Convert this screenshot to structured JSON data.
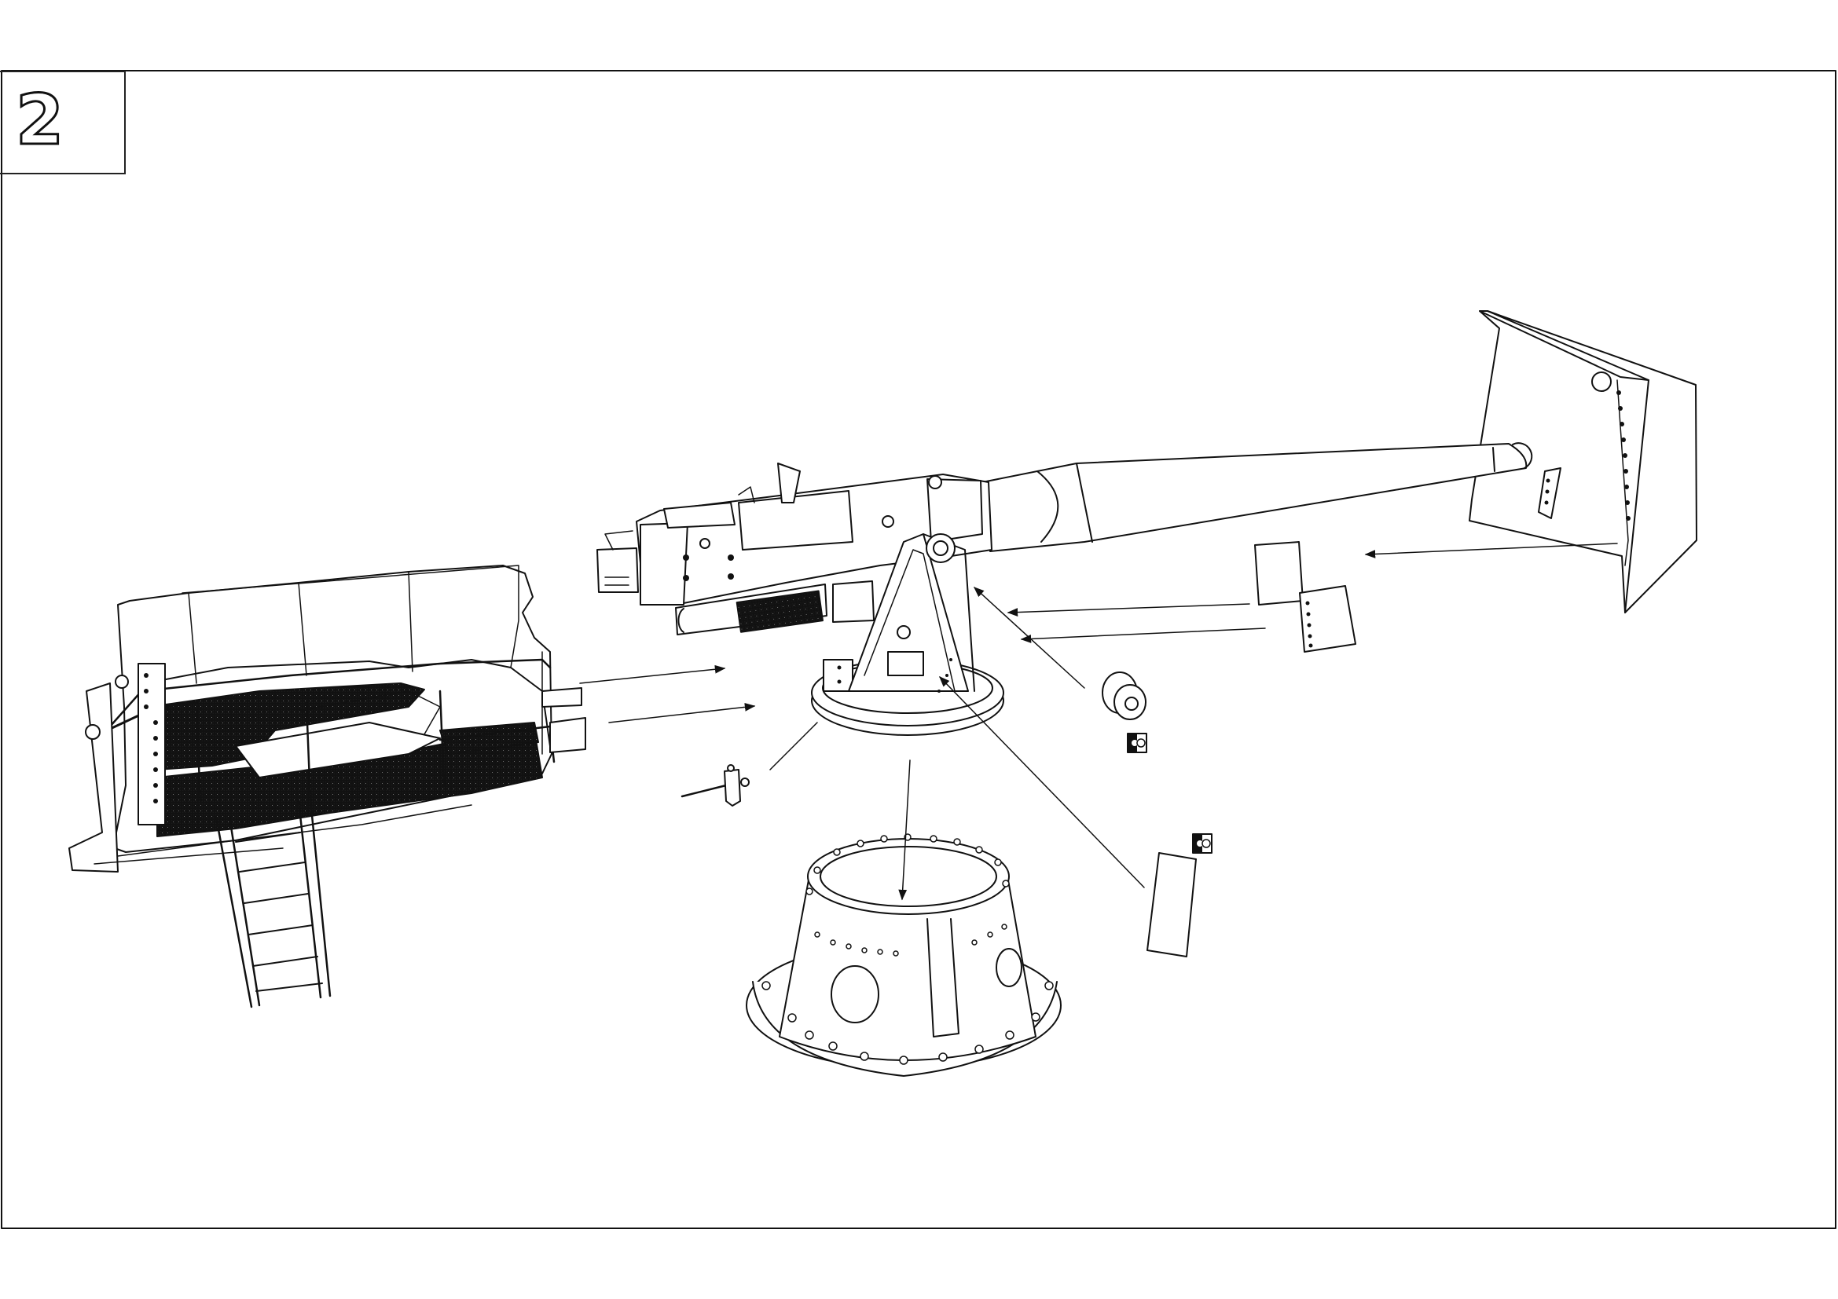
{
  "step": {
    "number": "2"
  },
  "parts": [
    "gun-barrel",
    "breech-block",
    "recuperator-springs",
    "pedestal-mount",
    "mounting-ring",
    "platform-deck",
    "ladder",
    "gun-shield",
    "shield-plate-a",
    "shield-plate-b",
    "small-plate",
    "sight-assembly",
    "gun-pedestal-base",
    "handwheel"
  ],
  "photoetch_marker_icons": [
    "photo-etch-part-icon",
    "photo-etch-part-icon"
  ],
  "colors": {
    "line": "#111111",
    "fill": "#ffffff",
    "mesh": "#1a1a1a"
  }
}
